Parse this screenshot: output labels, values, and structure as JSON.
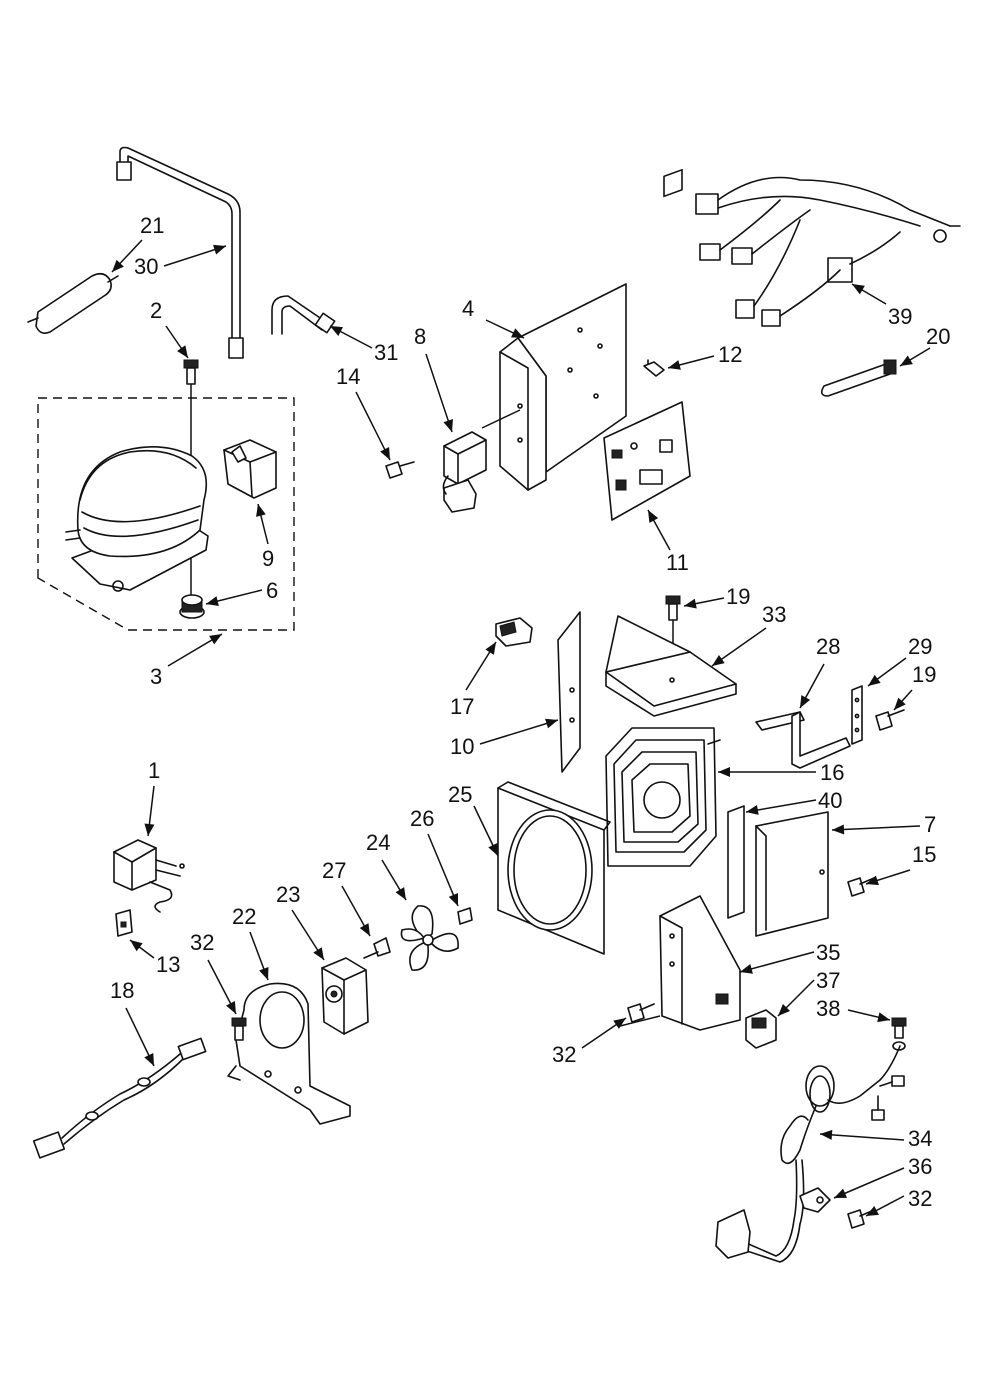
{
  "callouts": [
    {
      "key": "c1",
      "text": "1"
    },
    {
      "key": "c2",
      "text": "2"
    },
    {
      "key": "c3",
      "text": "3"
    },
    {
      "key": "c4",
      "text": "4"
    },
    {
      "key": "c6",
      "text": "6"
    },
    {
      "key": "c7",
      "text": "7"
    },
    {
      "key": "c8",
      "text": "8"
    },
    {
      "key": "c9",
      "text": "9"
    },
    {
      "key": "c10",
      "text": "10"
    },
    {
      "key": "c11",
      "text": "11"
    },
    {
      "key": "c12",
      "text": "12"
    },
    {
      "key": "c13",
      "text": "13"
    },
    {
      "key": "c14",
      "text": "14"
    },
    {
      "key": "c15",
      "text": "15"
    },
    {
      "key": "c16",
      "text": "16"
    },
    {
      "key": "c17",
      "text": "17"
    },
    {
      "key": "c18",
      "text": "18"
    },
    {
      "key": "c19a",
      "text": "19"
    },
    {
      "key": "c19b",
      "text": "19"
    },
    {
      "key": "c20",
      "text": "20"
    },
    {
      "key": "c21",
      "text": "21"
    },
    {
      "key": "c22",
      "text": "22"
    },
    {
      "key": "c23",
      "text": "23"
    },
    {
      "key": "c24",
      "text": "24"
    },
    {
      "key": "c25",
      "text": "25"
    },
    {
      "key": "c26",
      "text": "26"
    },
    {
      "key": "c27",
      "text": "27"
    },
    {
      "key": "c28",
      "text": "28"
    },
    {
      "key": "c29",
      "text": "29"
    },
    {
      "key": "c30",
      "text": "30"
    },
    {
      "key": "c31",
      "text": "31"
    },
    {
      "key": "c32a",
      "text": "32"
    },
    {
      "key": "c32b",
      "text": "32"
    },
    {
      "key": "c32c",
      "text": "32"
    },
    {
      "key": "c33",
      "text": "33"
    },
    {
      "key": "c34",
      "text": "34"
    },
    {
      "key": "c35",
      "text": "35"
    },
    {
      "key": "c36",
      "text": "36"
    },
    {
      "key": "c37",
      "text": "37"
    },
    {
      "key": "c38",
      "text": "38"
    },
    {
      "key": "c39",
      "text": "39"
    },
    {
      "key": "c40",
      "text": "40"
    }
  ]
}
